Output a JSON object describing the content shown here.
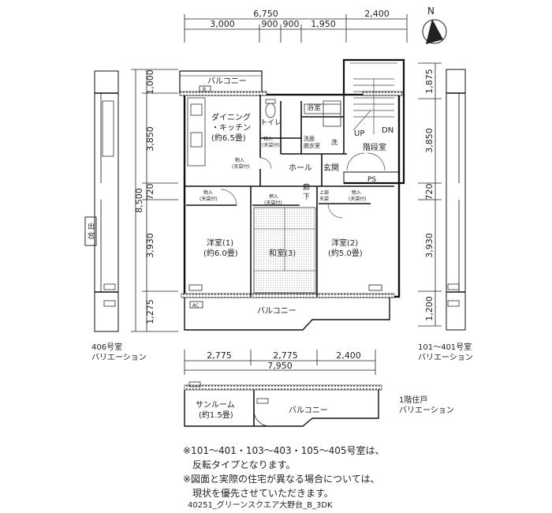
{
  "dimensions": {
    "top_total": "6,750",
    "top_right": "2,400",
    "top_segments": [
      "3,000",
      "900",
      "900",
      "1,950"
    ],
    "left_total": "8,500",
    "left_segments": [
      "1,000",
      "3,850",
      "720",
      "3,930",
      "1,275"
    ],
    "right_segments": [
      "1,875",
      "3,850",
      "720",
      "3,930",
      "1,200"
    ],
    "bottom_segments": [
      "2,775",
      "2,775",
      "2,400"
    ],
    "bottom_total": "7,950"
  },
  "rooms": {
    "balcony_top": "バルコニー",
    "dining_kitchen_l1": "ダイニング",
    "dining_kitchen_l2": "・キッチン",
    "dining_kitchen_l3": "(約6.5畳)",
    "toilet": "トイレ",
    "bath": "浴室",
    "washroom_l1": "洗面",
    "washroom_l2": "脱衣室",
    "wash": "洗",
    "storage_small_l1": "物入",
    "storage_small_l2": "(天袋付)",
    "storage_dk_l1": "物入",
    "storage_dk_l2": "(天袋付)",
    "hall": "ホール",
    "entrance": "玄関",
    "stairs": "階段室",
    "up": "UP",
    "dn": "DN",
    "ps": "PS",
    "corridor_l1": "廊",
    "corridor_l2": "下",
    "storage_w1_l1": "物入",
    "storage_w1_l2": "(天袋付)",
    "closet_l1": "押入",
    "closet_l2": "(天袋付)",
    "upper_storage_l1": "上部",
    "upper_storage_l2": "天袋",
    "storage_w2_l1": "物入",
    "storage_w2_l2": "(天袋付)",
    "western1_l1": "洋室(1)",
    "western1_l2": "(約6.0畳)",
    "japanese": "和室(3)",
    "western2_l1": "洋室(2)",
    "western2_l2": "(約5.0畳)",
    "balcony_bottom": "バルコニー",
    "ac": "AC",
    "b": "B"
  },
  "left_variation": {
    "bay_window": "出窓",
    "caption_l1": "406号室",
    "caption_l2": "バリエーション"
  },
  "right_variation": {
    "caption_l1": "101～401号室",
    "caption_l2": "バリエーション"
  },
  "first_floor": {
    "sunroom_l1": "サンルーム",
    "sunroom_l2": "(約1.5畳)",
    "balcony": "バルコニー",
    "caption_l1": "1階住戸",
    "caption_l2": "バリエーション"
  },
  "compass": "N",
  "notes": [
    "※101～401・103～403・105～405号室は、",
    "反転タイプとなります。",
    "※図面と実際の住宅が異なる場合については、",
    "現状を優先させていただきます。"
  ],
  "footer": "40251_グリーンスクエア大野台_B_3DK"
}
